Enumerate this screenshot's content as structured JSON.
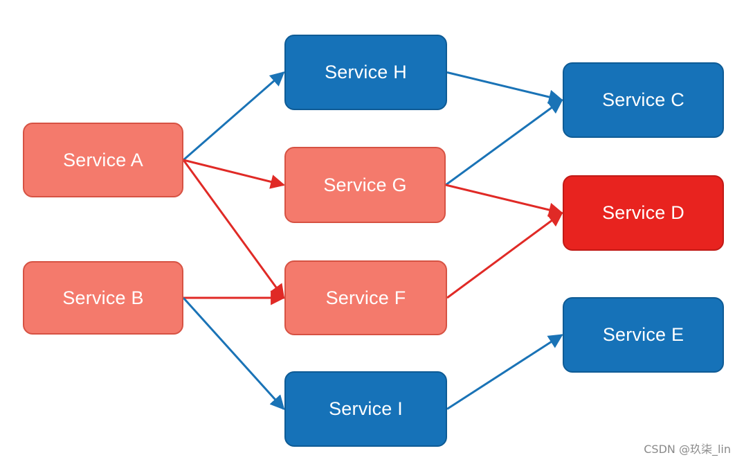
{
  "colors": {
    "blue": "#1672b8",
    "salmon": "#f47a6c",
    "red": "#e8231f",
    "edge_blue": "#1a73b6",
    "edge_red": "#e02a26"
  },
  "nodes": {
    "A": {
      "label": "Service A",
      "color": "salmon"
    },
    "B": {
      "label": "Service B",
      "color": "salmon"
    },
    "H": {
      "label": "Service H",
      "color": "blue"
    },
    "G": {
      "label": "Service G",
      "color": "salmon"
    },
    "F": {
      "label": "Service F",
      "color": "salmon"
    },
    "I": {
      "label": "Service I",
      "color": "blue"
    },
    "C": {
      "label": "Service C",
      "color": "blue"
    },
    "D": {
      "label": "Service D",
      "color": "red"
    },
    "E": {
      "label": "Service E",
      "color": "blue"
    }
  },
  "edges": [
    {
      "from": "A",
      "to": "H",
      "color": "blue"
    },
    {
      "from": "A",
      "to": "G",
      "color": "red"
    },
    {
      "from": "A",
      "to": "F",
      "color": "red"
    },
    {
      "from": "B",
      "to": "F",
      "color": "red"
    },
    {
      "from": "B",
      "to": "I",
      "color": "blue"
    },
    {
      "from": "H",
      "to": "C",
      "color": "blue"
    },
    {
      "from": "G",
      "to": "C",
      "color": "blue"
    },
    {
      "from": "G",
      "to": "D",
      "color": "red"
    },
    {
      "from": "F",
      "to": "D",
      "color": "red"
    },
    {
      "from": "I",
      "to": "E",
      "color": "blue"
    }
  ],
  "watermark": "CSDN @玖柒_lin"
}
